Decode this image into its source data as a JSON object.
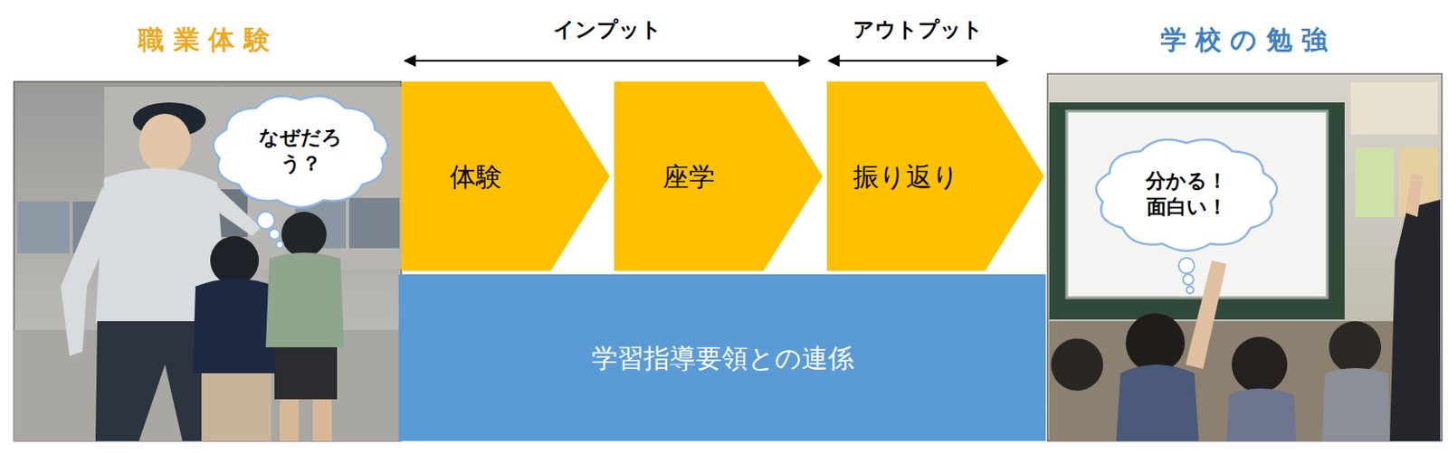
{
  "diagram": {
    "nodes": [
      {
        "text": [
          "なぜだろう？"
        ]
      },
      {
        "text": [
          "体験"
        ]
      },
      {
        "text": [
          "座学"
        ]
      },
      {
        "text": [
          "振り返り"
        ]
      },
      {
        "text": [
          "学習指導要領との連係"
        ]
      },
      {
        "text": [
          "分かる！ 面白い！"
        ]
      }
    ],
    "labels": [
      "職 業 体 験",
      "インプット",
      "アウトプット",
      "学 校 の 勉 強"
    ]
  }
}
